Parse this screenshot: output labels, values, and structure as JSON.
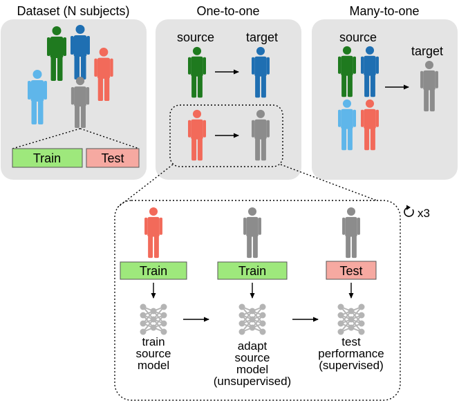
{
  "panels": {
    "dataset": {
      "title": "Dataset (N subjects)",
      "train_label": "Train",
      "test_label": "Test"
    },
    "one_to_one": {
      "title": "One-to-one",
      "source_label": "source",
      "target_label": "target"
    },
    "many_to_one": {
      "title": "Many-to-one",
      "source_label": "source",
      "target_label": "target"
    }
  },
  "pipeline": {
    "repeat_label": "x3",
    "steps": [
      {
        "box_label": "Train",
        "caption": [
          "train",
          "source",
          "model"
        ]
      },
      {
        "box_label": "Train",
        "caption": [
          "adapt",
          "source",
          "model",
          "(unsupervised)"
        ]
      },
      {
        "box_label": "Test",
        "caption": [
          "test",
          "performance",
          "(supervised)"
        ]
      }
    ]
  },
  "colors": {
    "panel_bg": "#e4e4e4",
    "green": "#1f7a1f",
    "blue": "#1f6fb2",
    "light_blue": "#5fb6ea",
    "red": "#f26a5a",
    "gray": "#8c8c8c",
    "train_box": "#9ee87c",
    "test_box": "#f6a9a1",
    "network_node": "#b4b4b4"
  },
  "icons": [
    "person-icon",
    "neural-network-icon",
    "repeat-icon",
    "arrow-icon"
  ]
}
